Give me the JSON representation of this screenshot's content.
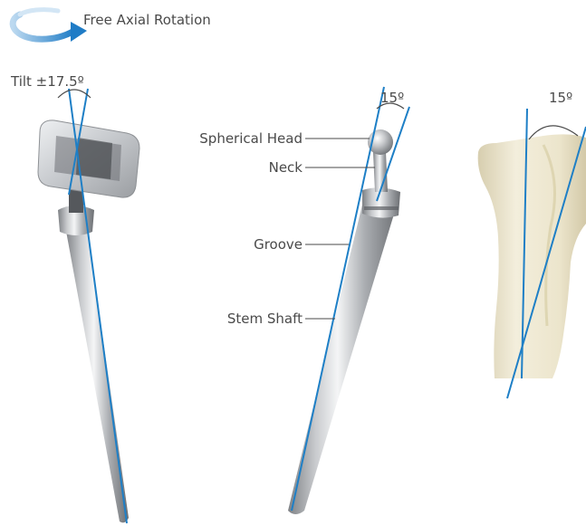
{
  "header": {
    "rotation_label": "Free Axial Rotation",
    "rotation_icon": "curved-rotation-arrow-icon"
  },
  "left_implant": {
    "tilt_label": "Tilt ±17.5º"
  },
  "middle_implant": {
    "angle_label": "15º",
    "parts": [
      "Spherical Head",
      "Neck",
      "Groove",
      "Stem Shaft"
    ]
  },
  "bone": {
    "angle_label": "15º"
  },
  "colors": {
    "axis_line": "#1e7fc6",
    "label_text": "#4a4a4a",
    "bone": "#ece6cf",
    "metal": "#b7b9bc",
    "rotation_arrow": "#2a86cf"
  }
}
